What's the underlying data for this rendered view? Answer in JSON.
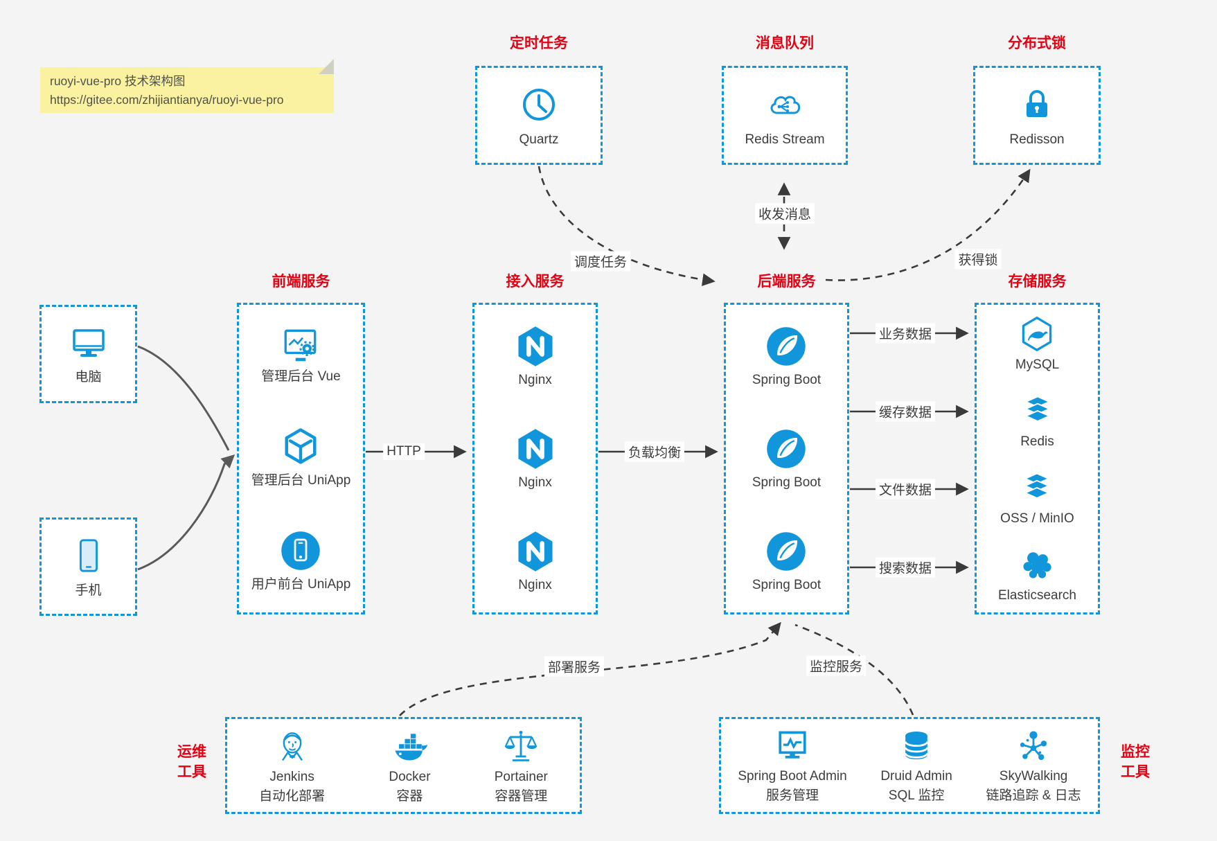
{
  "colors": {
    "accent_blue": "#1296db",
    "title_red": "#e60012",
    "label_text": "#3d3d3d",
    "arrow_dark": "#3a3a3a",
    "arrow_gray": "#5a5a5a",
    "note_bg": "#faf1a1",
    "page_bg": "#f4f4f5"
  },
  "note": {
    "title": "ruoyi-vue-pro 技术架构图",
    "url": "https://gitee.com/zhijiantianya/ruoyi-vue-pro"
  },
  "top_groups": [
    {
      "title": "定时任务",
      "item": {
        "icon": "clock-icon",
        "label": "Quartz"
      }
    },
    {
      "title": "消息队列",
      "item": {
        "icon": "cloud-stream-icon",
        "label": "Redis Stream"
      }
    },
    {
      "title": "分布式锁",
      "item": {
        "icon": "lock-icon",
        "label": "Redisson"
      }
    }
  ],
  "clients": [
    {
      "icon": "desktop-icon",
      "label": "电脑"
    },
    {
      "icon": "phone-icon",
      "label": "手机"
    }
  ],
  "service_columns": [
    {
      "title": "前端服务",
      "items": [
        {
          "icon": "admin-vue-icon",
          "label": "管理后台 Vue"
        },
        {
          "icon": "uniapp-cube-icon",
          "label": "管理后台 UniApp"
        },
        {
          "icon": "user-app-icon",
          "label": "用户前台 UniApp"
        }
      ]
    },
    {
      "title": "接入服务",
      "items": [
        {
          "icon": "nginx-icon",
          "label": "Nginx"
        },
        {
          "icon": "nginx-icon",
          "label": "Nginx"
        },
        {
          "icon": "nginx-icon",
          "label": "Nginx"
        }
      ]
    },
    {
      "title": "后端服务",
      "items": [
        {
          "icon": "spring-icon",
          "label": "Spring Boot"
        },
        {
          "icon": "spring-icon",
          "label": "Spring Boot"
        },
        {
          "icon": "spring-icon",
          "label": "Spring Boot"
        }
      ]
    },
    {
      "title": "存储服务",
      "items": [
        {
          "icon": "mysql-icon",
          "label": "MySQL"
        },
        {
          "icon": "redis-icon",
          "label": "Redis"
        },
        {
          "icon": "oss-icon",
          "label": "OSS / MinIO"
        },
        {
          "icon": "elasticsearch-icon",
          "label": "Elasticsearch"
        }
      ]
    }
  ],
  "bottom_groups": [
    {
      "side_label": "运维\n工具",
      "items": [
        {
          "icon": "jenkins-icon",
          "label": "Jenkins",
          "sublabel": "自动化部署"
        },
        {
          "icon": "docker-icon",
          "label": "Docker",
          "sublabel": "容器"
        },
        {
          "icon": "portainer-icon",
          "label": "Portainer",
          "sublabel": "容器管理"
        }
      ]
    },
    {
      "side_label": "监控\n工具",
      "items": [
        {
          "icon": "boot-admin-icon",
          "label": "Spring Boot Admin",
          "sublabel": "服务管理"
        },
        {
          "icon": "druid-icon",
          "label": "Druid Admin",
          "sublabel": "SQL 监控"
        },
        {
          "icon": "skywalking-icon",
          "label": "SkyWalking",
          "sublabel": "链路追踪 & 日志"
        }
      ]
    }
  ],
  "edges": {
    "http": "HTTP",
    "load_balance": "负载均衡",
    "schedule": "调度任务",
    "messaging": "收发消息",
    "acquire_lock": "获得锁",
    "business_data": "业务数据",
    "cache_data": "缓存数据",
    "file_data": "文件数据",
    "search_data": "搜索数据",
    "deploy": "部署服务",
    "monitor": "监控服务"
  }
}
